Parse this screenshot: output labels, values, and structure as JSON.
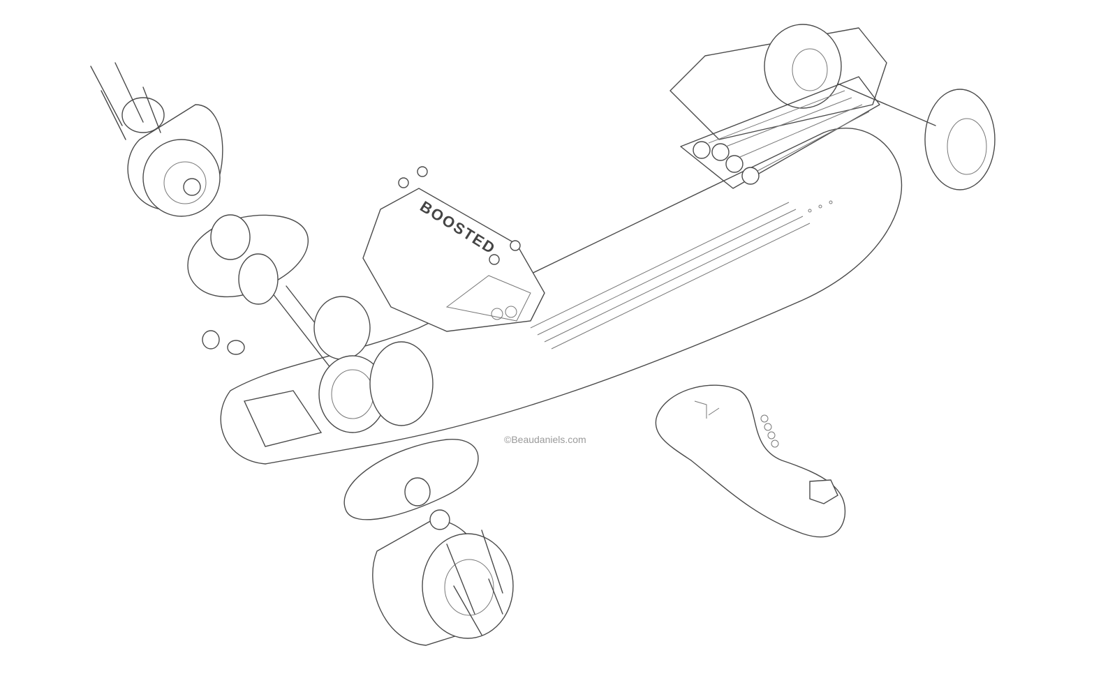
{
  "title": "Boosted electric skateboard exploded view",
  "logo_text": "BOOSTED",
  "credit": "©Beaudaniels.com",
  "colors": {
    "line": "#4a4a4a",
    "background": "#ffffff",
    "credit": "#9a9a9a"
  }
}
